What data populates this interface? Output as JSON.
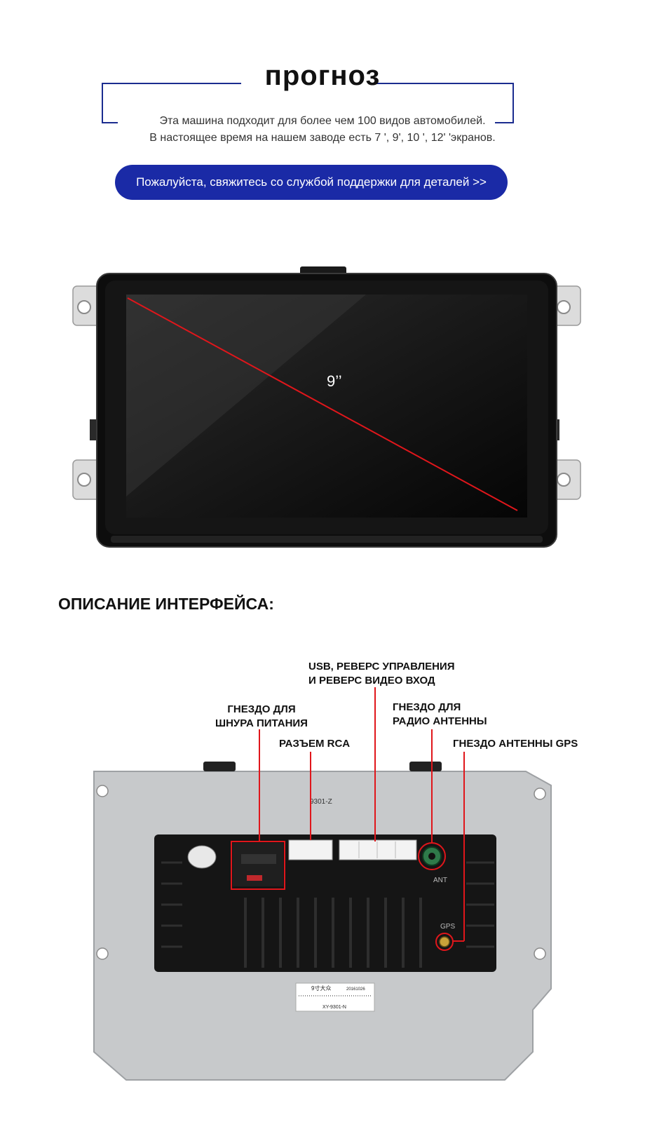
{
  "header": {
    "title": "прогноз",
    "line1": "Эта машина подходит для более чем 100 видов автомобилей.",
    "line2": "В настоящее время на нашем заводе есть 7 ', 9', 10 ', 12' 'экранов.",
    "button_label": "Пожалуйста, свяжитесь со службой поддержки для деталей >>"
  },
  "screen": {
    "size_label": "9’’"
  },
  "interface": {
    "heading": "ОПИСАНИЕ ИНТЕРФЕЙСА:",
    "callouts": {
      "usb_line1": "USB, РЕВЕРС УПРАВЛЕНИЯ",
      "usb_line2": "И РЕВЕРС ВИДЕО ВХОД",
      "power_line1": "ГНЕЗДО  ДЛЯ",
      "power_line2": "ШНУРА  ПИТАНИЯ",
      "rca": "РАЗЪЕМ RCA",
      "radio_line1": "ГНЕЗДО ДЛЯ",
      "radio_line2": "РАДИО АНТЕННЫ",
      "gps": "ГНЕЗДО АНТЕННЫ GPS"
    },
    "unit_markings": {
      "model_top": "9301-Z",
      "ant": "ANT",
      "gps": "GPS",
      "sticker_1": "9寸大众",
      "sticker_2": "20161026",
      "sticker_3": "XY-9301-N"
    }
  },
  "colors": {
    "accent_blue": "#1a2aa6",
    "frame_blue": "#1b2c8f",
    "callout_red": "#e0161b"
  }
}
